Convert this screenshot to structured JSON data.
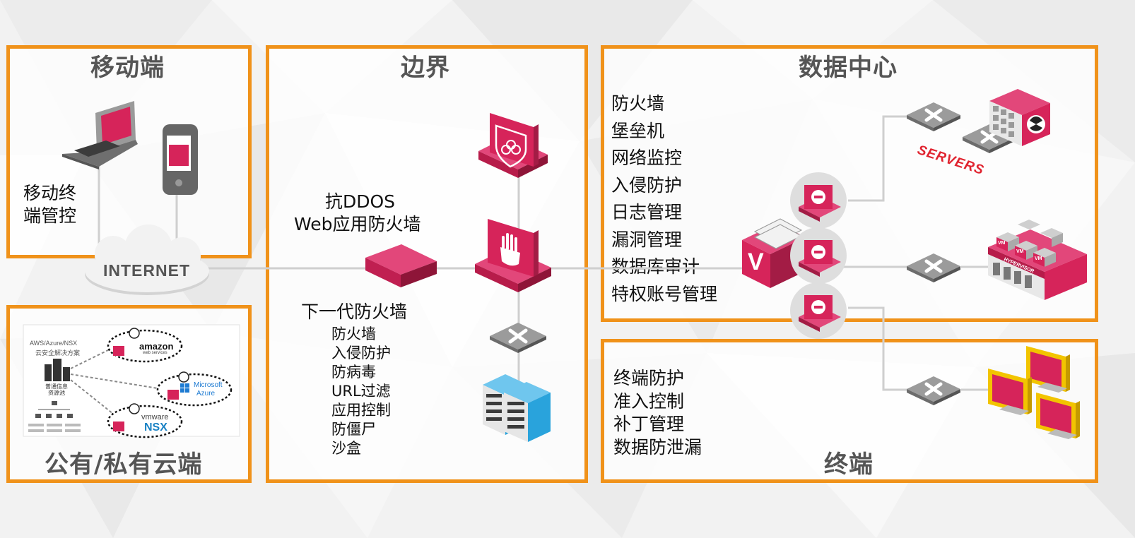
{
  "mobile": {
    "title": "移动端",
    "label_line1": "移动终",
    "label_line2": "端管控"
  },
  "internet": {
    "label": "INTERNET"
  },
  "cloud": {
    "title": "公有/私有云端",
    "label": "云安全",
    "diagram": {
      "caption_line1": "AWS/Azure/NSX",
      "caption_line2": "云安全解决方案",
      "hub_line1": "普通信息",
      "hub_line2": "资源池",
      "aws_brand": "amazon",
      "aws_sub": "web services",
      "azure_line1": "Microsoft",
      "azure_line2": "Azure",
      "vmware_line1": "vmware",
      "vmware_line2": "NSX"
    }
  },
  "boundary": {
    "title": "边界",
    "ddos_line1": "抗DDOS",
    "ddos_line2": "Web应用防火墙",
    "ngfw_title": "下一代防火墙",
    "ngfw_features": [
      "防火墙",
      "入侵防护",
      "防病毒",
      "URL过滤",
      "应用控制",
      "防僵尸",
      "沙盒"
    ]
  },
  "datacenter": {
    "title": "数据中心",
    "features": [
      "防火墙",
      "堡垒机",
      "网络监控",
      "入侵防护",
      "日志管理",
      "漏洞管理",
      "数据库审计",
      "特权账号管理"
    ],
    "servers_label": "SERVERS",
    "hypervisor_label": "HYPERVISOR",
    "vm_label": "VM",
    "vault_letter": "V"
  },
  "endpoint": {
    "title": "终端",
    "features": [
      "终端防护",
      "准入控制",
      "补丁管理",
      "数据防泄漏"
    ]
  },
  "colors": {
    "panel_border": "#f0921a",
    "accent": "#d6245a",
    "accent_dark": "#9e1840",
    "title_gray": "#555555",
    "server_blue": "#29a3dc"
  }
}
